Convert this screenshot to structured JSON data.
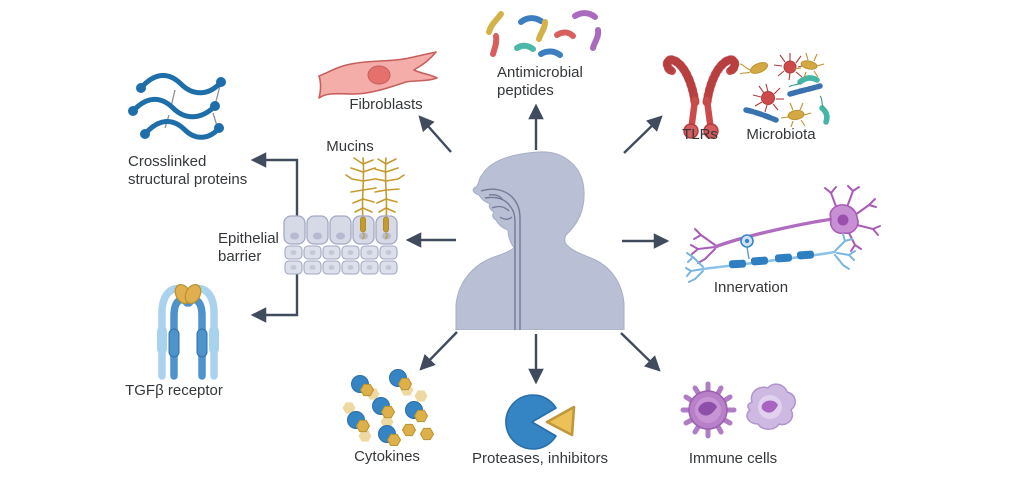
{
  "labels": {
    "crosslinked": "Crosslinked structural proteins",
    "fibroblasts": "Fibroblasts",
    "mucins": "Mucins",
    "antimicrobial": "Antimicrobial peptides",
    "tlrs": "TLRs",
    "microbiota": "Microbiota",
    "epithelial": "Epithelial barrier",
    "innervation": "Innervation",
    "tgfb": "TGFβ receptor",
    "cytokines": "Cytokines",
    "proteases": "Proteases, inhibitors",
    "immune": "Immune cells"
  },
  "icons": [
    "crosslinked-proteins-icon",
    "fibroblast-icon",
    "mucins-icon",
    "epithelial-barrier-icon",
    "human-upper-airway-icon",
    "antimicrobial-peptides-icon",
    "tlr-receptor-icon",
    "microbiota-icon",
    "neurons-icon",
    "tgfb-receptor-icon",
    "cytokines-icon",
    "protease-pacman-icon",
    "immune-cells-icon"
  ],
  "colors": {
    "arrow": "#414b5e",
    "text": "#35383b",
    "silhouette": "#b9bfd4",
    "silhouette_line": "#6b7391",
    "protein_blue": "#1d6ea9",
    "fibroblast_pink": "#f4ada8",
    "mucin_gold": "#c59b30",
    "tlr_red": "#cb4b4b",
    "neuron_purple": "#b06cc0",
    "neuron_blue": "#2e7fc2",
    "cytokine_blue": "#3584c4",
    "cytokine_gold": "#ddb04a",
    "receptor_light_blue": "#a9d2ef",
    "receptor_mid_blue": "#4f93cb",
    "immune_purple": "#b07cc4",
    "immune_lavender": "#cdb9e2",
    "epithelium_grey": "#d6d9e6"
  }
}
